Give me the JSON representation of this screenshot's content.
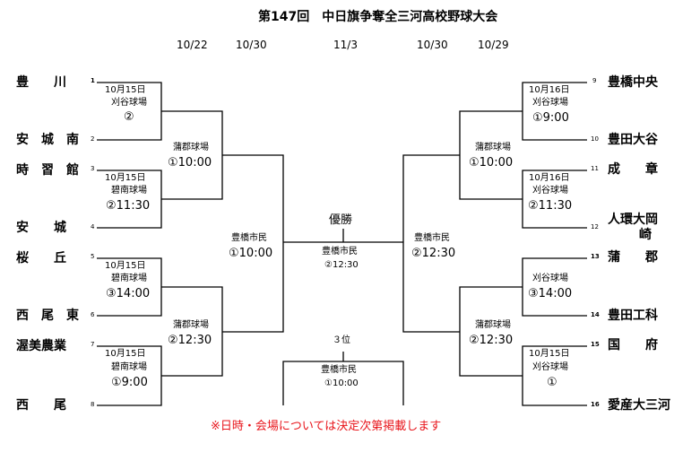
{
  "title": "第147回　中日旗争奪全三河高校野球大会",
  "dates": [
    "10/22",
    "10/30",
    "11/3",
    "10/30",
    "10/29"
  ],
  "left_teams": [
    {
      "num": "1",
      "name": "豊　　川"
    },
    {
      "num": "2",
      "name": "安　城　南"
    },
    {
      "num": "3",
      "name": "時　習　館"
    },
    {
      "num": "4",
      "name": "安　　城"
    },
    {
      "num": "5",
      "name": "桜　　丘"
    },
    {
      "num": "6",
      "name": "西　尾　東"
    },
    {
      "num": "7",
      "name": "渥美農業"
    },
    {
      "num": "8",
      "name": "西　　尾"
    }
  ],
  "right_teams": [
    {
      "num": "9",
      "name": "豊橋中央"
    },
    {
      "num": "10",
      "name": "豊田大谷"
    },
    {
      "num": "11",
      "name": "成　　章"
    },
    {
      "num": "12",
      "name": "人環大岡",
      "name2": "崎"
    },
    {
      "num": "13",
      "name": "蒲　　郡"
    },
    {
      "num": "14",
      "name": "豊田工科"
    },
    {
      "num": "15",
      "name": "国　　府"
    },
    {
      "num": "16",
      "name": "愛産大三河"
    }
  ],
  "left_r1": [
    {
      "date": "10月15日",
      "venue": "刈谷球場",
      "time": "②"
    },
    {
      "date": "10月15日",
      "venue": "碧南球場",
      "time": "②11:30"
    },
    {
      "date": "10月15日",
      "venue": "碧南球場",
      "time": "③14:00"
    },
    {
      "date": "10月15日",
      "venue": "碧南球場",
      "time": "①9:00"
    }
  ],
  "right_r1": [
    {
      "date": "10月16日",
      "venue": "刈谷球場",
      "time": "①9:00"
    },
    {
      "date": "10月16日",
      "venue": "刈谷球場",
      "time": "②11:30"
    },
    {
      "date": "",
      "venue": "刈谷球場",
      "time": "③14:00"
    },
    {
      "date": "10月15日",
      "venue": "刈谷球場",
      "time": "①"
    }
  ],
  "left_r2": [
    {
      "venue": "蒲郡球場",
      "time": "①10:00"
    },
    {
      "venue": "蒲郡球場",
      "time": "②12:30"
    }
  ],
  "right_r2": [
    {
      "venue": "蒲郡球場",
      "time": "①10:00"
    },
    {
      "venue": "蒲郡球場",
      "time": "②12:30"
    }
  ],
  "left_semi": {
    "venue": "豊橋市民",
    "time": "①10:00"
  },
  "right_semi": {
    "venue": "豊橋市民",
    "time": "②12:30"
  },
  "final": {
    "label": "優勝",
    "venue": "豊橋市民",
    "time": "②12:30"
  },
  "third": {
    "label": "３位",
    "venue": "豊橋市民",
    "time": "①10:00"
  },
  "note": "※日時・会場については決定次第掲載します"
}
